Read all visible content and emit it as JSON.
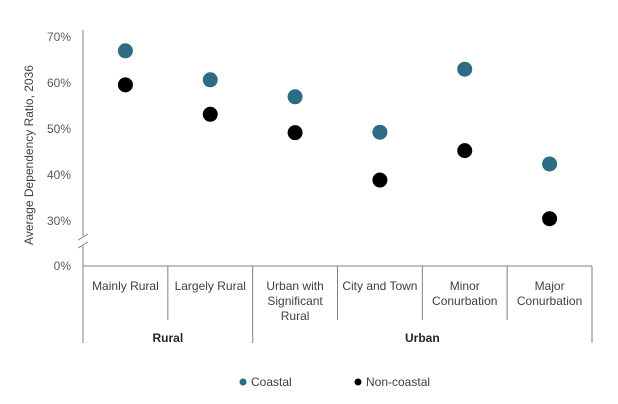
{
  "chart_data": {
    "type": "scatter",
    "ylabel": "Average Dependency Ratio, 2036",
    "y_ticks": [
      "70%",
      "60%",
      "50%",
      "40%",
      "30%",
      "0%"
    ],
    "y_axis_break": true,
    "categories": [
      "Mainly Rural",
      "Largely Rural",
      "Urban with Significant Rural",
      "City and Town",
      "Minor Conurbation",
      "Major Conurbation"
    ],
    "category_label_lines": [
      [
        "Mainly Rural"
      ],
      [
        "Largely Rural"
      ],
      [
        "Urban with",
        "Significant",
        "Rural"
      ],
      [
        "City and Town"
      ],
      [
        "Minor",
        "Conurbation"
      ],
      [
        "Major",
        "Conurbation"
      ]
    ],
    "groups": [
      {
        "label": "Rural",
        "categories": [
          "Mainly Rural",
          "Largely Rural"
        ]
      },
      {
        "label": "Urban",
        "categories": [
          "Urban with Significant Rural",
          "City and Town",
          "Minor Conurbation",
          "Major Conurbation"
        ]
      }
    ],
    "series": [
      {
        "name": "Coastal",
        "color": "#2e6b84",
        "values": [
          67.0,
          60.7,
          57.0,
          49.3,
          63.0,
          42.4
        ]
      },
      {
        "name": "Non-coastal",
        "color": "#000000",
        "values": [
          59.6,
          53.2,
          49.2,
          38.9,
          45.3,
          30.5
        ]
      }
    ],
    "legend_position": "bottom",
    "grid": false
  }
}
